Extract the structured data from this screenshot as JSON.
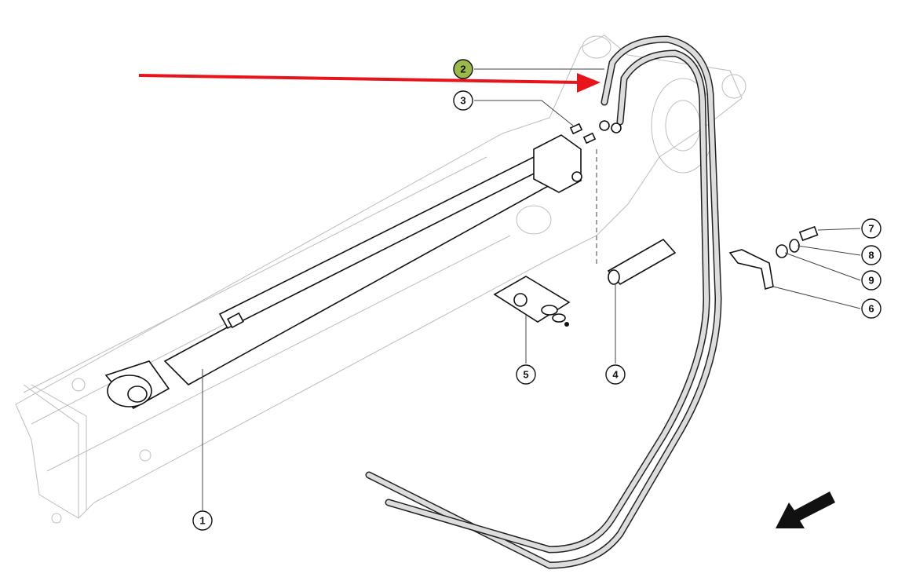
{
  "diagram": {
    "callouts": [
      {
        "id": "1",
        "label": "1"
      },
      {
        "id": "2",
        "label": "2",
        "highlight": "#9bb94a"
      },
      {
        "id": "3",
        "label": "3"
      },
      {
        "id": "4",
        "label": "4"
      },
      {
        "id": "5",
        "label": "5"
      },
      {
        "id": "6",
        "label": "6"
      },
      {
        "id": "7",
        "label": "7"
      },
      {
        "id": "8",
        "label": "8"
      },
      {
        "id": "9",
        "label": "9"
      }
    ],
    "pointer_arrow_color": "#e8141b",
    "direction_arrow_icon": "direction-arrow-icon"
  }
}
